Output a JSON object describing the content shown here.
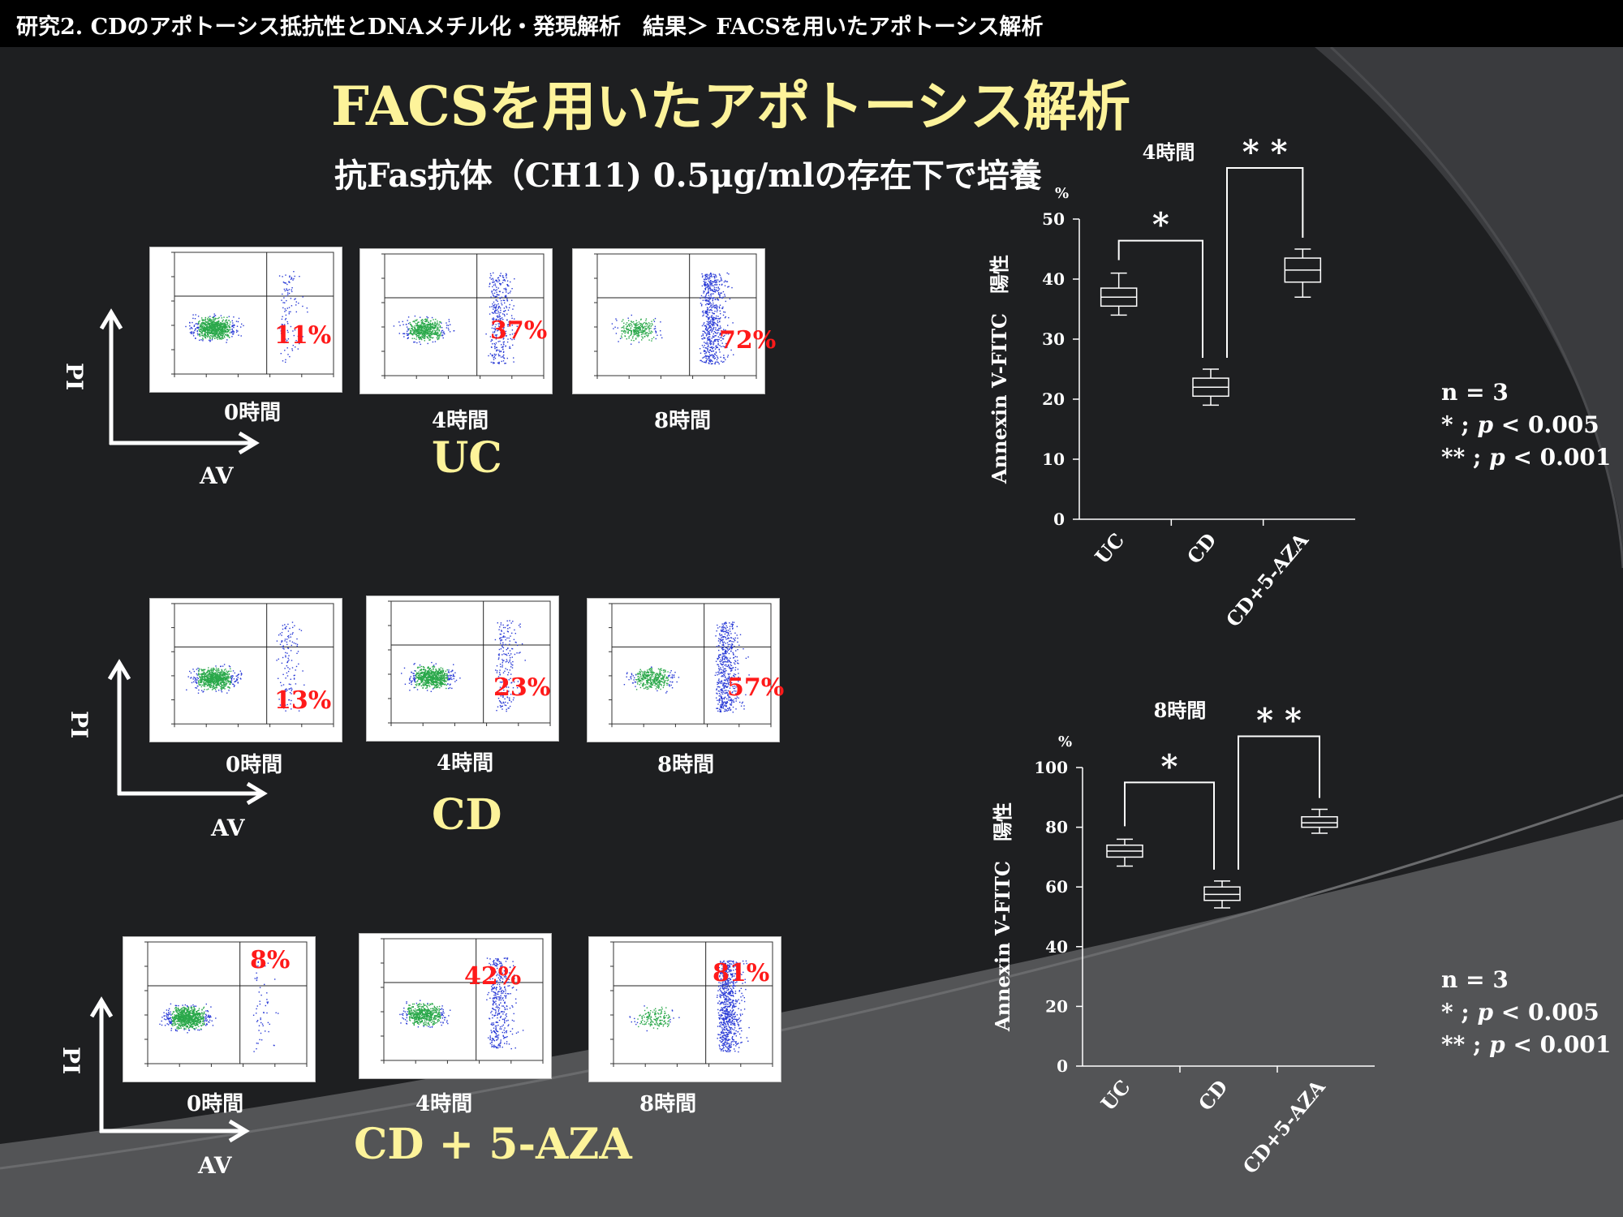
{
  "header": {
    "breadcrumb": "研究2. CDのアポトーシス抵抗性とDNAメチル化・発現解析　結果＞ FACSを用いたアポトーシス解析"
  },
  "title": "FACSを用いたアポトーシス解析",
  "subtitle": "抗Fas抗体（CH11) 0.5μg/mlの存在下で培養",
  "axes": {
    "y": "PI",
    "x": "AV"
  },
  "groups": [
    {
      "name": "UC",
      "panels": [
        {
          "time": "0時間",
          "pct": "11%"
        },
        {
          "time": "4時間",
          "pct": "37%"
        },
        {
          "time": "8時間",
          "pct": "72%"
        }
      ]
    },
    {
      "name": "CD",
      "panels": [
        {
          "time": "0時間",
          "pct": "13%"
        },
        {
          "time": "4時間",
          "pct": "23%"
        },
        {
          "time": "8時間",
          "pct": "57%"
        }
      ]
    },
    {
      "name": "CD + 5-AZA",
      "panels": [
        {
          "time": "0時間",
          "pct": "8%"
        },
        {
          "time": "4時間",
          "pct": "42%"
        },
        {
          "time": "8時間",
          "pct": "81%"
        }
      ]
    }
  ],
  "colors": {
    "accent": "#fdf39a",
    "pct_red": "#ff1a1a",
    "background": "#1e1f21"
  },
  "stats": [
    {
      "n": "n = 3",
      "p1_prefix": "* ; ",
      "p1_var": "p",
      "p1_val": " < 0.005",
      "p2_prefix": "** ; ",
      "p2_var": "p",
      "p2_val": " < 0.001"
    },
    {
      "n": "n = 3",
      "p1_prefix": "* ; ",
      "p1_var": "p",
      "p1_val": " < 0.005",
      "p2_prefix": "** ; ",
      "p2_var": "p",
      "p2_val": " < 0.001"
    }
  ],
  "chart_data": [
    {
      "type": "boxplot",
      "title": "4時間",
      "ylabel": "Annexin V-FITC　陽性",
      "yunit": "%",
      "ylim": [
        0,
        50
      ],
      "yticks": [
        0,
        10,
        20,
        30,
        40,
        50
      ],
      "categories": [
        "UC",
        "CD",
        "CD+5-AZA"
      ],
      "boxes": [
        {
          "name": "UC",
          "min": 34,
          "q1": 35.5,
          "median": 37,
          "q3": 38.5,
          "max": 41
        },
        {
          "name": "CD",
          "min": 19,
          "q1": 20.5,
          "median": 22,
          "q3": 23.5,
          "max": 25
        },
        {
          "name": "CD+5-AZA",
          "min": 37,
          "q1": 39.5,
          "median": 41.5,
          "q3": 43.5,
          "max": 45
        }
      ],
      "significance": [
        {
          "from": "UC",
          "to": "CD",
          "label": "*"
        },
        {
          "from": "CD",
          "to": "CD+5-AZA",
          "label": "* *"
        }
      ]
    },
    {
      "type": "boxplot",
      "title": "8時間",
      "ylabel": "Annexin V-FITC　陽性",
      "yunit": "%",
      "ylim": [
        0,
        100
      ],
      "yticks": [
        0,
        20,
        40,
        60,
        80,
        100
      ],
      "categories": [
        "UC",
        "CD",
        "CD+5-AZA"
      ],
      "boxes": [
        {
          "name": "UC",
          "min": 67,
          "q1": 70,
          "median": 72,
          "q3": 74,
          "max": 76
        },
        {
          "name": "CD",
          "min": 53,
          "q1": 55.5,
          "median": 57.5,
          "q3": 60,
          "max": 62
        },
        {
          "name": "CD+5-AZA",
          "min": 78,
          "q1": 80,
          "median": 81.5,
          "q3": 83.5,
          "max": 86
        }
      ],
      "significance": [
        {
          "from": "UC",
          "to": "CD",
          "label": "*"
        },
        {
          "from": "CD",
          "to": "CD+5-AZA",
          "label": "* *"
        }
      ]
    }
  ]
}
